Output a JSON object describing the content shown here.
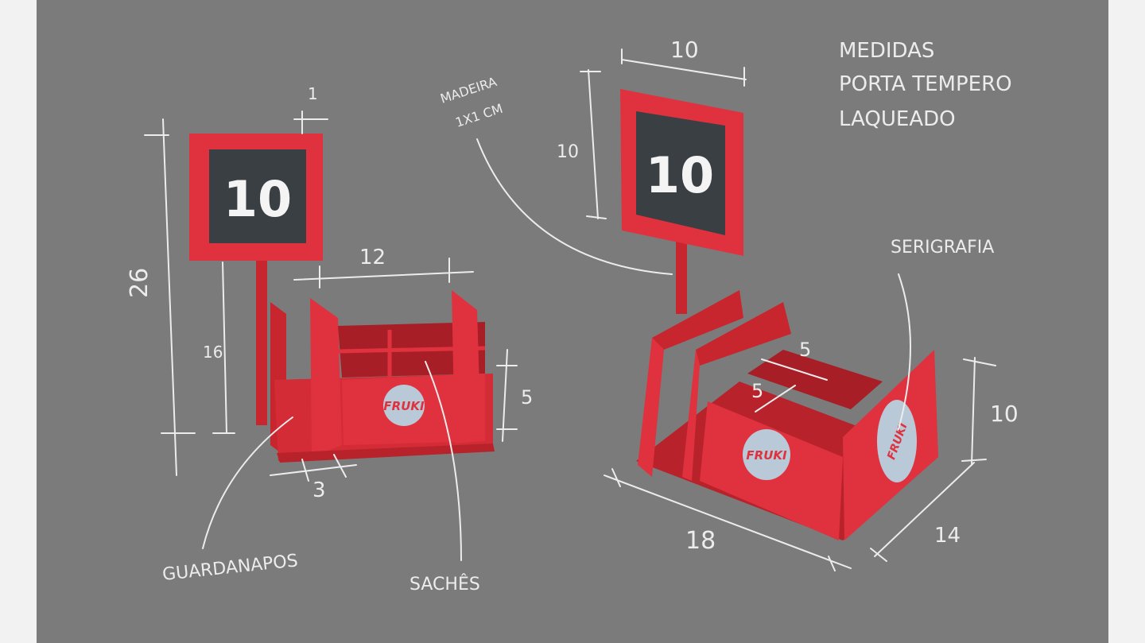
{
  "notes": {
    "title_lines": [
      "MEDIDAS",
      "PORTA TEMPERO",
      "LAQUEADO"
    ],
    "material_lines": [
      "MADEIRA",
      "1X1 CM"
    ],
    "serigrafia": "SERIGRAFIA",
    "guardanapos": "GUARDANAPOS",
    "saches": "SACHÊS"
  },
  "left_model": {
    "sign_number": "10",
    "logo": "FRUKI",
    "dimensions": {
      "height_total": "26",
      "post_height": "16",
      "sign_thickness": "1",
      "width": "12",
      "compartment_height": "5",
      "napkin_slot": "3"
    }
  },
  "right_model": {
    "sign_number": "10",
    "logo_front": "FRUKI",
    "logo_side": "FRUKI",
    "dimensions": {
      "sign_width": "10",
      "sign_height": "10",
      "cell_width": "5",
      "cell_depth": "5",
      "length": "18",
      "depth": "14",
      "height": "10"
    }
  },
  "colors": {
    "background": "#7b7b7b",
    "red": "#e0323e",
    "chalkboard": "#3a3f44",
    "ink": "#ececec"
  }
}
